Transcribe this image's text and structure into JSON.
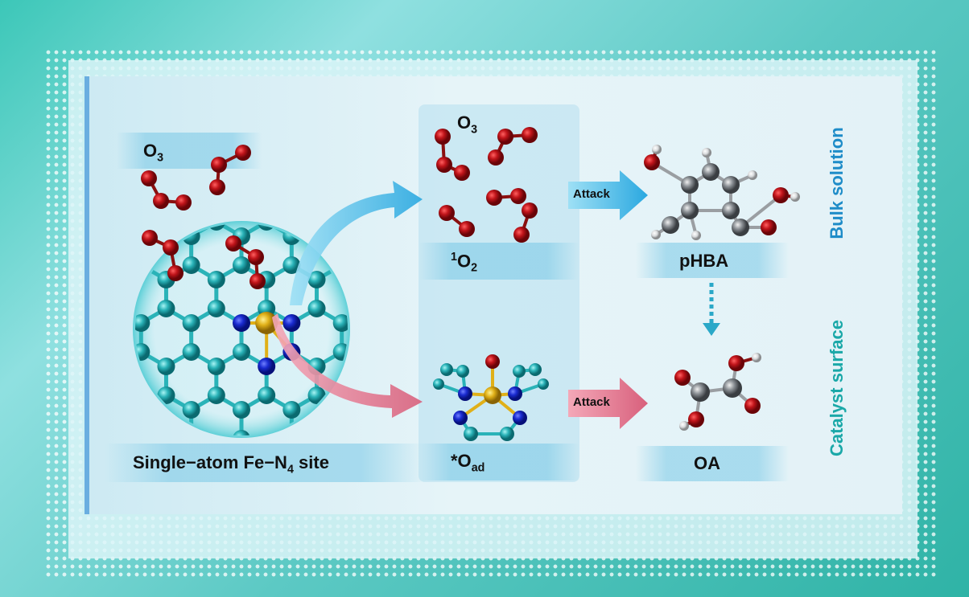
{
  "labels": {
    "o3_left": "O",
    "o3_left_sub": "3",
    "o3_mid": "O",
    "o3_mid_sub": "3",
    "singlet_sup": "1",
    "singlet_main": "O",
    "singlet_sub": "2",
    "oad_main": "*O",
    "oad_sub": "ad",
    "site_main": "Single−atom Fe−N",
    "site_sub": "4",
    "site_tail": " site",
    "phba": "pHBA",
    "oa": "OA",
    "attack_top": "Attack",
    "attack_bottom": "Attack",
    "bulk_solution": "Bulk solution",
    "catalyst_surface": "Catalyst surface"
  },
  "colors": {
    "oxygen": "#c0141a",
    "carbon_graphene": "#2ab3b8",
    "nitrogen": "#1a2bd0",
    "iron": "#e0b018",
    "carbon": "#8a8f94",
    "hydrogen": "#e8eaec",
    "bulk_text": "#1e8cc8",
    "surface_text": "#1aa8a8",
    "arrow_blue": "#3fb6e6",
    "arrow_pink": "#e07a90"
  }
}
